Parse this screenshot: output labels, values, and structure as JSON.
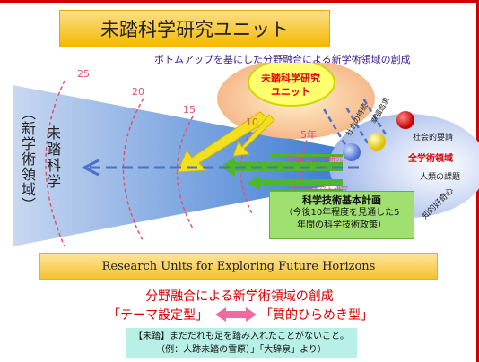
{
  "title": "未踏科学研究ユニット",
  "subtitle": "ボトムアップを基にした分野融合による新学術領域の創成",
  "left_panel": {
    "main": "未踏科学",
    "paren": "（新学術領域）"
  },
  "unit_bubble": [
    "未踏科学研究",
    "ユニット"
  ],
  "years": [
    "25",
    "20",
    "15",
    "10",
    "5年"
  ],
  "project_labels": [
    "プロジェクト研究",
    "プロジェクト研究"
  ],
  "drivers": [
    "社会の持続",
    "幸福追求",
    "社会的要請",
    "全学術領域",
    "人類の課題",
    "知的好奇心"
  ],
  "plan_box": {
    "title": "科学技術基本計画",
    "lines": [
      "（今後10年程度を見通した5",
      "年間の科学技術政策）"
    ]
  },
  "banner_en": "Research Units for Exploring Future Horizons",
  "fusion_line": "分野融合による新学術領域の創成",
  "type_left": "「テーマ設定型」",
  "type_right": "「質的ひらめき型」",
  "note": [
    "【未踏】まだだれも足を踏み入れたことがないこと。",
    "（例：人跡未踏の雪原）」「大辞泉」より）"
  ],
  "colors": {
    "accent_red": "#d40000",
    "banner_gold": "#f5b800",
    "plan_green": "#9fe070",
    "note_teal": "#b8f0e8"
  }
}
